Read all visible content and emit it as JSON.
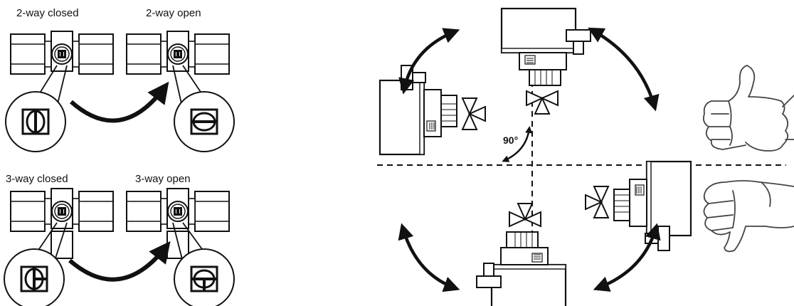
{
  "labels": {
    "two_way_closed": "2-way closed",
    "two_way_open": "2-way open",
    "three_way_closed": "3-way closed",
    "three_way_open": "3-way open",
    "angle": "90°"
  },
  "icons": {
    "thumbs_up": "thumbs-up-icon",
    "thumbs_down": "thumbs-down-icon"
  },
  "colors": {
    "ink": "#111111",
    "background": "#ffffff"
  }
}
